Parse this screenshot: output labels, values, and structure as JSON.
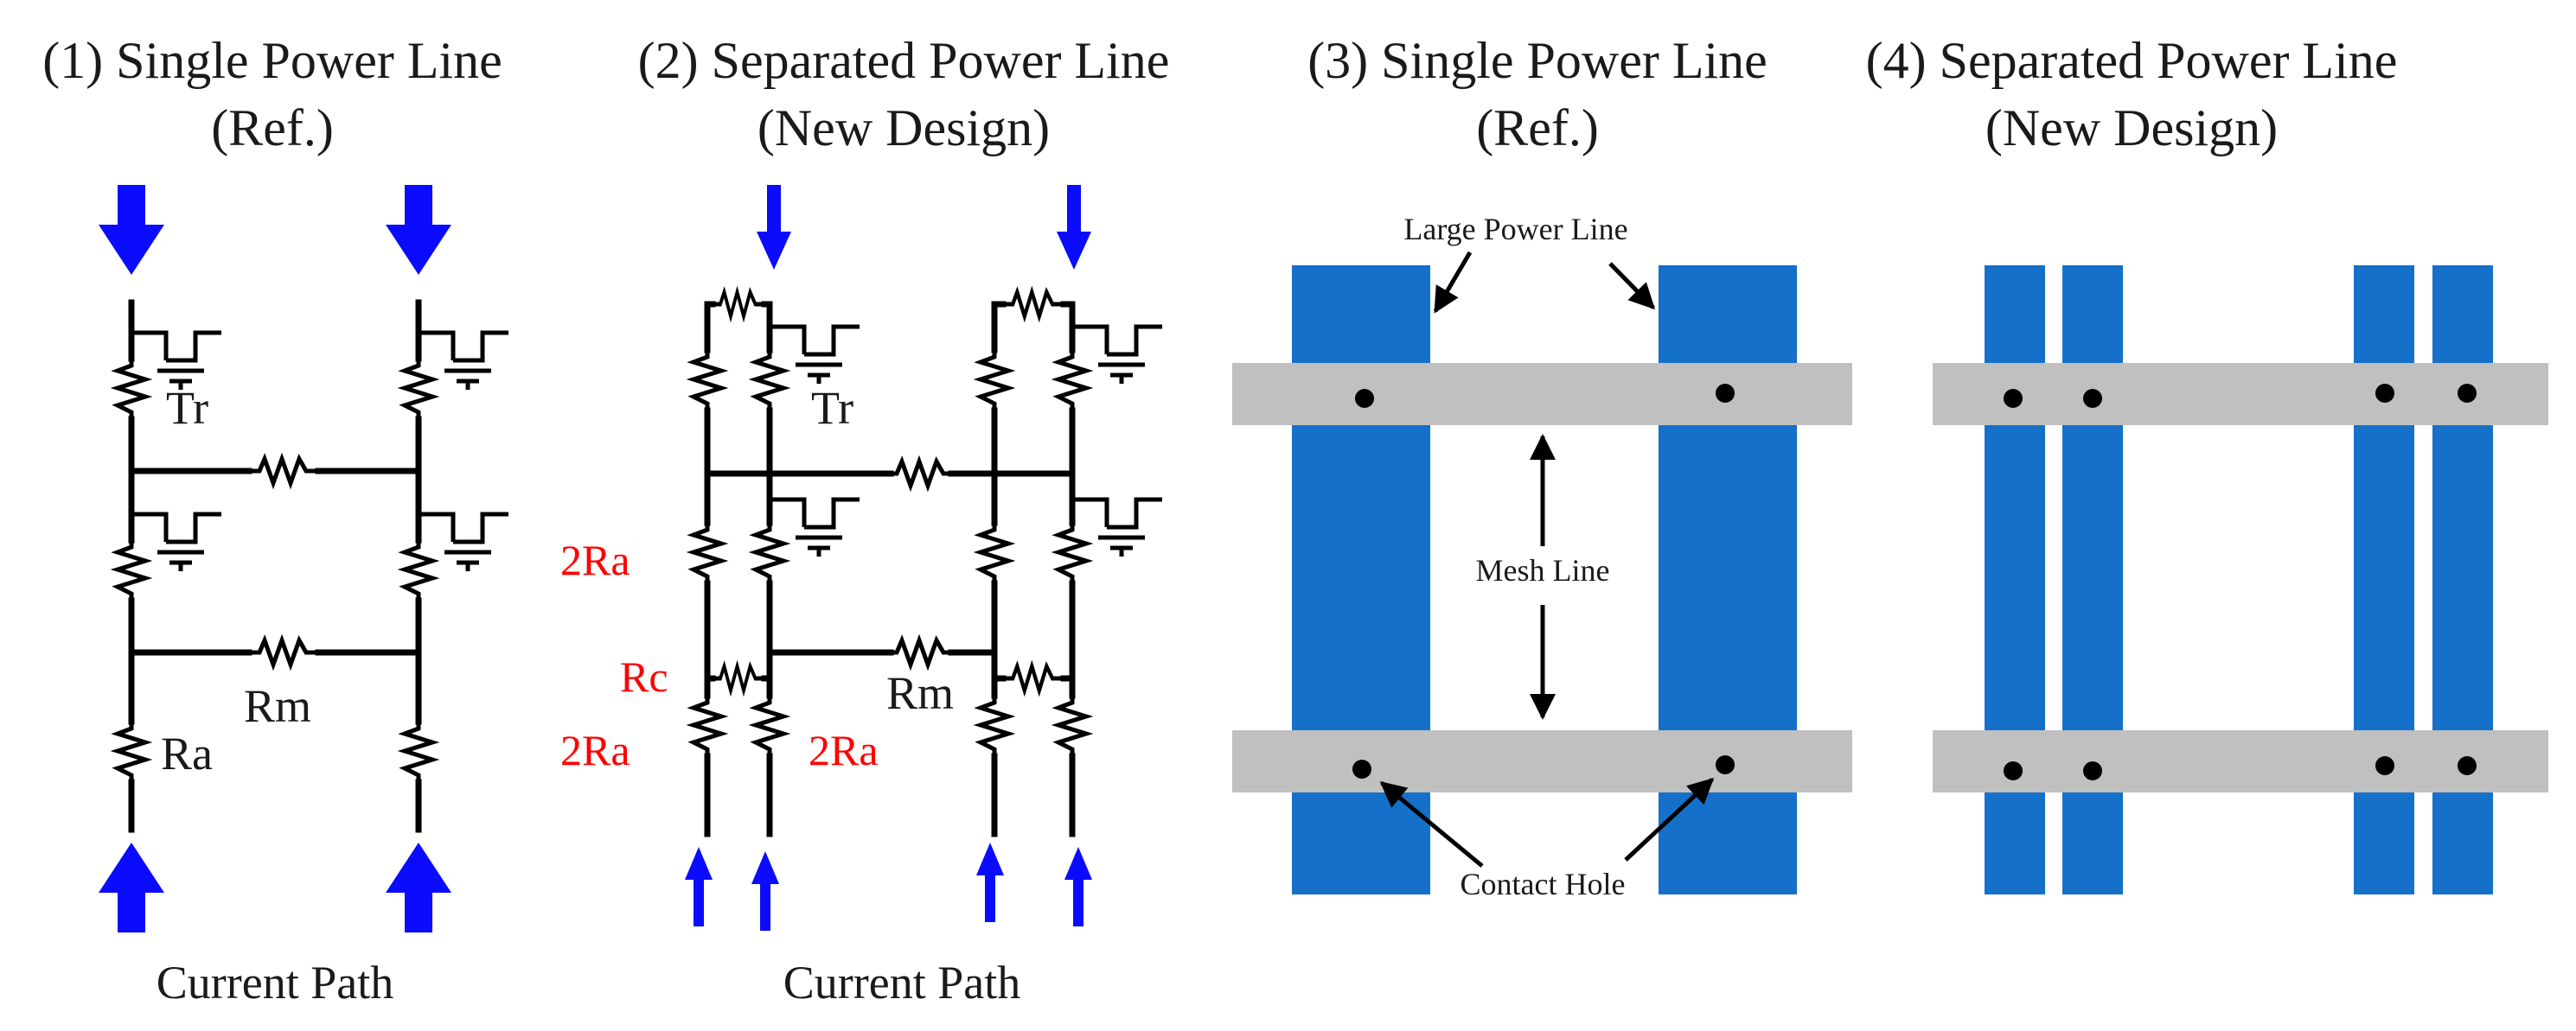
{
  "panels": [
    {
      "number": "(1)",
      "title": "Single Power Line",
      "subtitle": "(Ref.)"
    },
    {
      "number": "(2)",
      "title": "Separated Power Line",
      "subtitle": "(New Design)"
    },
    {
      "number": "(3)",
      "title": "Single Power Line",
      "subtitle": "(Ref.)"
    },
    {
      "number": "(4)",
      "title": "Separated Power Line",
      "subtitle": "(New Design)"
    }
  ],
  "circuit_labels": {
    "tr": "Tr",
    "rm": "Rm",
    "ra": "Ra",
    "two_ra": "2Ra",
    "rc": "Rc",
    "current_path": "Current Path"
  },
  "layout_labels": {
    "large_power_line": "Large Power Line",
    "mesh_line": "Mesh Line",
    "contact_hole": "Contact Hole"
  },
  "colors": {
    "arrow": "#0b0bff",
    "power_line": "#1570c9",
    "mesh_line": "#c0c0c0",
    "highlight_text": "#ff0000"
  }
}
